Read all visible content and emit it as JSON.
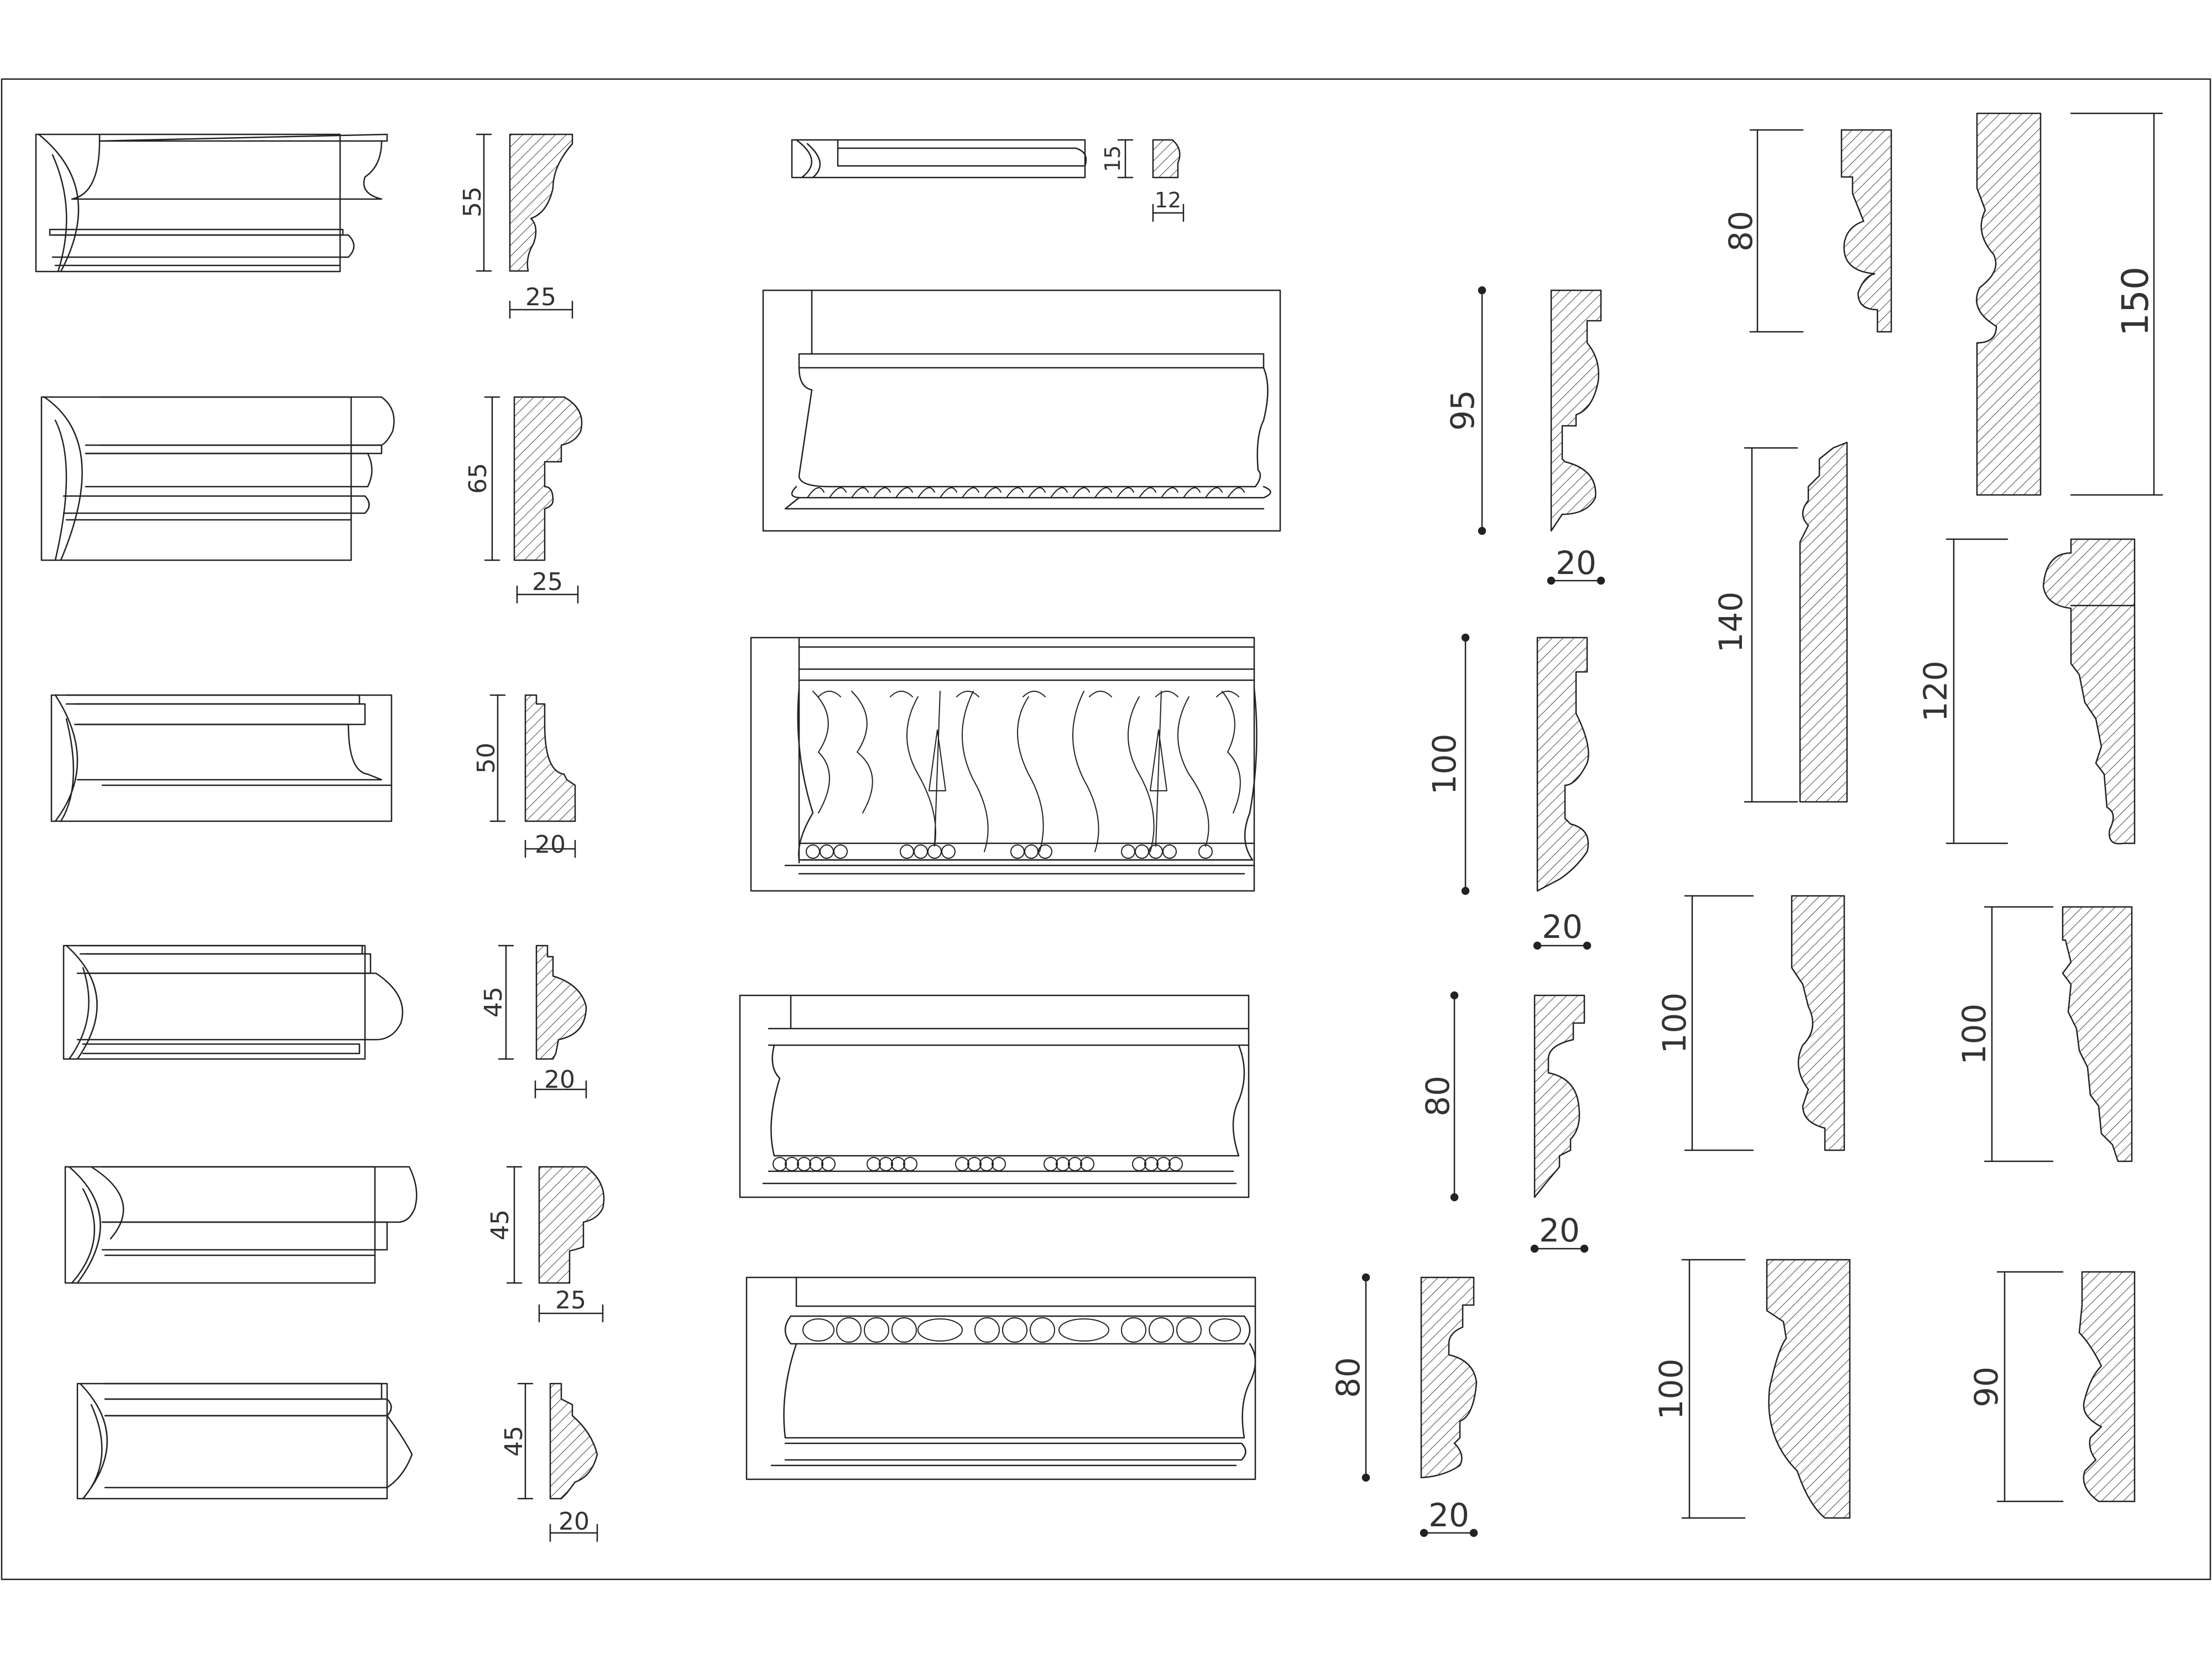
{
  "drawing": {
    "row_profiles": [
      {
        "height": "55",
        "width": "25"
      },
      {
        "height": "65",
        "width": "25"
      },
      {
        "height": "50",
        "width": "20"
      },
      {
        "height": "45",
        "width": "20"
      },
      {
        "height": "45",
        "width": "25"
      },
      {
        "height": "45",
        "width": "20"
      }
    ],
    "top_small": {
      "height": "15",
      "width": "12"
    },
    "middle_profiles": [
      {
        "height": "95",
        "width": "20"
      },
      {
        "height": "100",
        "width": "20"
      },
      {
        "height": "80",
        "width": "20"
      },
      {
        "height": "80",
        "width": "20"
      }
    ],
    "right_profiles": {
      "p80": "80",
      "p150": "150",
      "p140": "140",
      "p120": "120",
      "p100a": "100",
      "p100b": "100",
      "p100c": "100",
      "p90": "90"
    }
  }
}
